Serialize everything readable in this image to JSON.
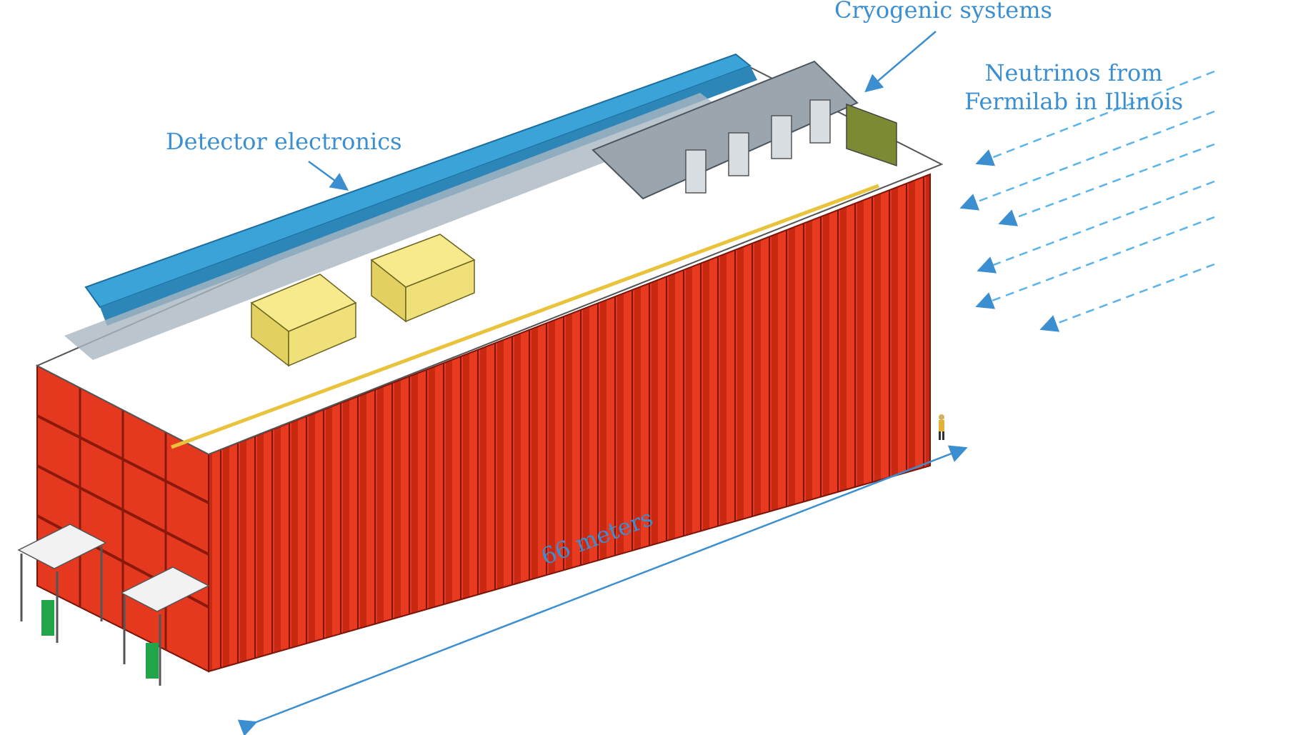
{
  "labels": {
    "cryogenic_systems": "Cryogenic systems",
    "neutrinos_line1": "Neutrinos from",
    "neutrinos_line2": "Fermilab in Illinois",
    "detector_electronics": "Detector electronics",
    "length": "66 meters"
  },
  "colors": {
    "annotation": "#3b8fd0",
    "cryostat_frame": "#e83a1e",
    "cryostat_frame_dark": "#b5200e",
    "electronics": "#3aa3d8",
    "cryo_enclosure": "#f3e27a",
    "roof": "#ffffff"
  }
}
